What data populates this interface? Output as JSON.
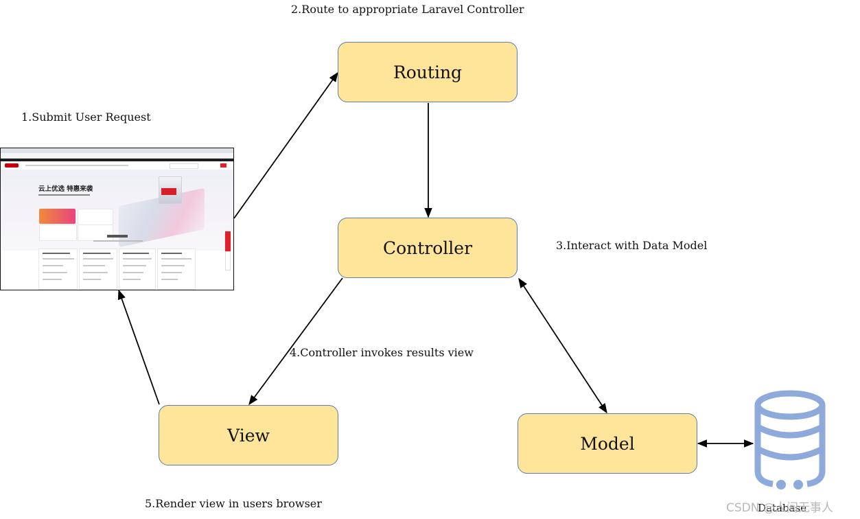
{
  "nodes": {
    "routing": "Routing",
    "controller": "Controller",
    "view": "View",
    "model": "Model",
    "database": "Database"
  },
  "steps": {
    "step1": "1.Submit User Request",
    "step2": "2.Route to appropriate Laravel Controller",
    "step3": "3.Interact with Data Model",
    "step4": "4.Controller invokes results view",
    "step5": "5.Render view in users browser"
  },
  "browser_screenshot": {
    "hero_title": "云上优选 特惠来袭"
  },
  "watermark": "CSDN @人间无事人",
  "colors": {
    "box_fill": "#ffe599",
    "box_border": "#5b7fa6",
    "database_icon": "#8eaadb",
    "arrow": "#000000",
    "brand_red": "#c7000b"
  },
  "icons": {
    "database": "database-cylinder-icon"
  }
}
